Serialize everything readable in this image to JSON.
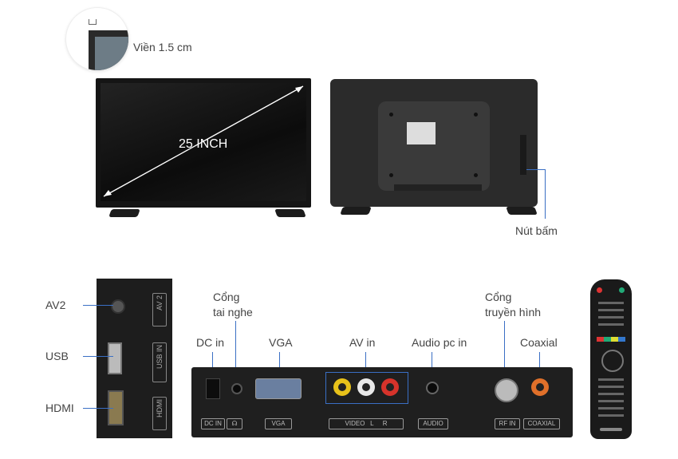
{
  "bezel": {
    "label": "Viền 1.5 cm"
  },
  "front": {
    "diagonal": "25 INCH"
  },
  "back": {
    "button_label": "Nút bấm"
  },
  "side_ports": {
    "av2": "AV2",
    "usb": "USB",
    "hdmi": "HDMI",
    "tag_av2": "AV 2",
    "tag_usb": "USB IN",
    "tag_hdmi": "HDMI"
  },
  "rear_ports": {
    "headphone": "Cổng\ntai nghe",
    "dc_in": "DC in",
    "vga": "VGA",
    "av_in": "AV in",
    "audio_pc_in": "Audio pc in",
    "tv_in": "Cổng\ntruyền hình",
    "coaxial": "Coaxial"
  },
  "strip_tags": {
    "dc_in": "DC IN",
    "vga": "VGA",
    "video": "VIDEO",
    "l": "L",
    "r": "R",
    "audio": "AUDIO",
    "rf_in": "RF IN",
    "coaxial": "COAXIAL"
  },
  "colors": {
    "accent_line": "#3a6fc4",
    "rca_yellow": "#e8c21a",
    "rca_white": "#e8e8e8",
    "rca_red": "#d6332b",
    "coax_orange": "#e0702a"
  }
}
